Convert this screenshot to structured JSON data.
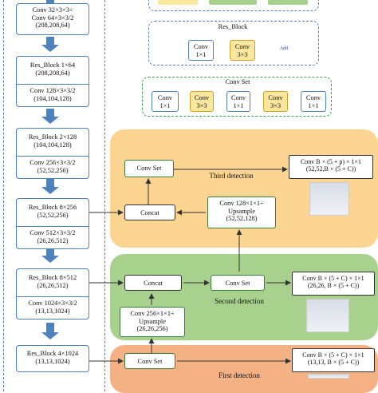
{
  "backbone": [
    {
      "conv_label": "Conv  32×3×3÷",
      "conv2": "Conv  64×3×3/2",
      "size": "(208,208,64)"
    },
    {
      "res": "Res_Block 1×64",
      "res_size": "(208,208,64)",
      "conv": "Conv  128×3×3/2",
      "conv_size": "(104,104,128)"
    },
    {
      "res": "Res_Block 2×128",
      "res_size": "(104,104,128)",
      "conv": "Conv  256×3×3/2",
      "conv_size": "(52,52,256)"
    },
    {
      "res": "Res_Block 8×256",
      "res_size": "(52,52,256)",
      "conv": "Conv  512×3×3/2",
      "conv_size": "(26,26,512)"
    },
    {
      "res": "Res_Block 8×512",
      "res_size": "(26,26,512)",
      "conv": "Conv  1024×3×3/2",
      "conv_size": "(13,13,1024)"
    },
    {
      "res": "Res_Block 4×1024",
      "res_size": "(13,13,1024)"
    }
  ],
  "res_block_legend": {
    "title": "Res_Block",
    "conv1": "Conv",
    "conv1b": "1×1",
    "conv2": "Conv",
    "conv2b": "3×3",
    "add": "Add"
  },
  "conv_set_legend": {
    "title": "Conv  Set",
    "items": [
      {
        "a": "Conv",
        "b": "1×1"
      },
      {
        "a": "Conv",
        "b": "3×3"
      },
      {
        "a": "Conv",
        "b": "1×1"
      },
      {
        "a": "Conv",
        "b": "3×3"
      },
      {
        "a": "Conv",
        "b": "1×1"
      }
    ]
  },
  "third": {
    "conv_set": "Conv  Set",
    "label": "Third detection",
    "out1": "Conv B × (5 + p) × 1×1",
    "out2": "(52,52,B × (5 + C))",
    "concat": "Concat",
    "up1": "Conv  128×1×1÷",
    "up2": "Upsample",
    "up3": "(52,52,128)"
  },
  "second": {
    "concat": "Concat",
    "conv_set": "Conv  Set",
    "label": "Second detection",
    "out1": "Conv B × (5 + C) × 1×1",
    "out2": "(26,26, B × (5 + C))",
    "up1": "Conv  256×1×1÷",
    "up2": "Upsample",
    "up3": "(26,26,256)"
  },
  "first": {
    "conv_set": "Conv  Set",
    "label": "First detection",
    "out1": "Conv B × (5 + C) × 1×1",
    "out2": "(13,13, B × (5 + C))"
  },
  "colors": {
    "third_region": "#fbd591",
    "second_region": "#a9d18e",
    "first_region": "#f4b183",
    "arrow_blue": "#4f81bd"
  }
}
